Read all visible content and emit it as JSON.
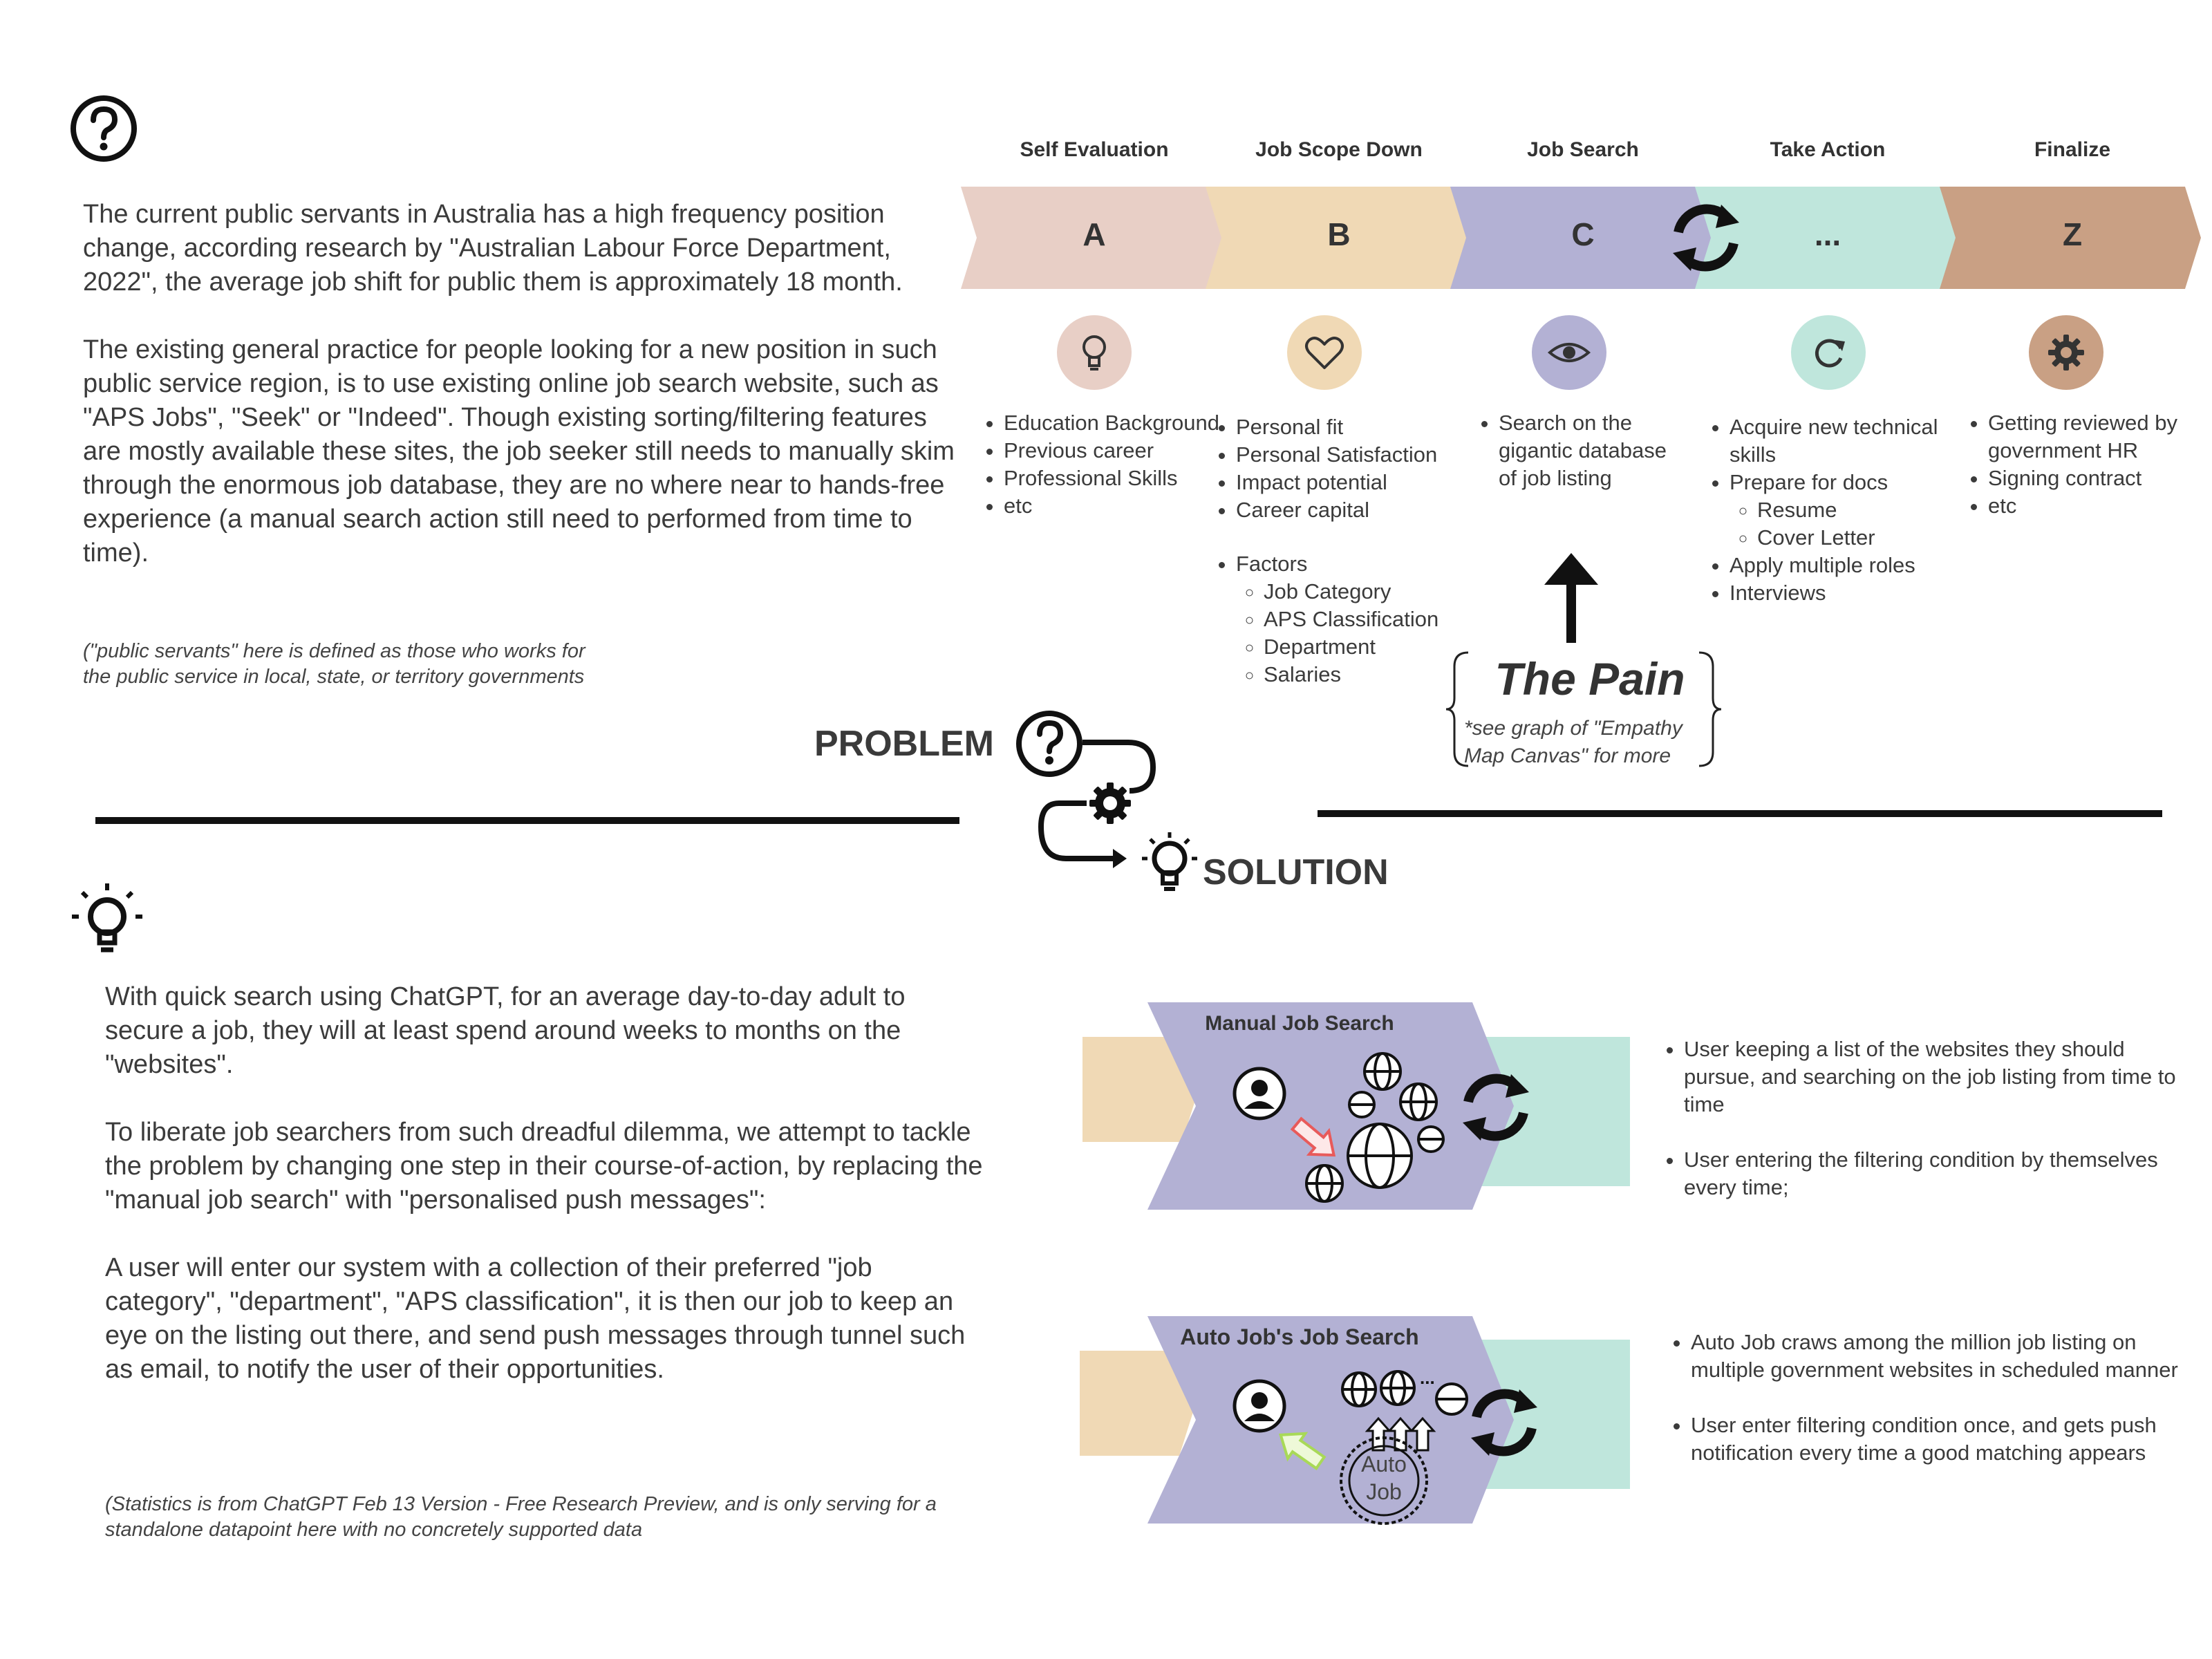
{
  "problem": {
    "paragraph_1": " The current public servants in Australia has a high frequency position change, according research by \"Australian Labour Force Department, 2022\", the average job shift for public them is approximately 18 month.",
    "paragraph_2": " The existing general practice for people looking for a new position in such public service region, is to use existing online job search website, such as \"APS Jobs\", \"Seek\" or \"Indeed\". Though existing sorting/filtering features are mostly available these sites,  the job seeker still needs to manually skim through the enormous job database, they are no where near to hands-free experience (a manual search action still need to performed from time to time).",
    "footnote": "(\"public servants\" here is defined as those who works for\nthe public service in local, state, or territory governments",
    "label": "PROBLEM"
  },
  "journey": {
    "stages": [
      {
        "title": "Self Evaluation",
        "letter": "A",
        "color": "#e8cfc6",
        "icon": "lightbulb-icon",
        "icon_bg": "#e8cfc6"
      },
      {
        "title": "Job Scope Down",
        "letter": "B",
        "color": "#f0d9b5",
        "icon": "heart-icon",
        "icon_bg": "#f0d9b5"
      },
      {
        "title": "Job Search",
        "letter": "C",
        "color": "#b3b1d4",
        "icon": "eye-icon",
        "icon_bg": "#b3b1d4"
      },
      {
        "title": "Take Action",
        "letter": "...",
        "color": "#bfe6dc",
        "icon": "refresh-icon",
        "icon_bg": "#bfe6dc"
      },
      {
        "title": "Finalize",
        "letter": "Z",
        "color": "#c9a084",
        "icon": "gear-icon",
        "icon_bg": "#c9a084"
      }
    ],
    "a_items": [
      "Education Background",
      "Previous career",
      "Professional Skills",
      "etc"
    ],
    "b_items": [
      "Personal fit",
      "Personal Satisfaction",
      "Impact potential",
      "Career capital"
    ],
    "b_factors_label": "Factors",
    "b_factors": [
      "Job Category",
      "APS Classification",
      "Department",
      "Salaries"
    ],
    "c_items": [
      "Search on the gigantic database of  job listing"
    ],
    "d_items": [
      "Acquire new technical skills",
      "Prepare for docs",
      "Apply multiple roles",
      "Interviews"
    ],
    "d_docs": [
      "Resume",
      "Cover Letter"
    ],
    "z_items": [
      "Getting reviewed by government HR",
      "Signing contract",
      "etc"
    ],
    "pain_title": "The Pain",
    "pain_note": "*see graph of \"Empathy\nMap Canvas\"  for more"
  },
  "solution": {
    "label": "SOLUTION",
    "paragraph_1": "With quick search using ChatGPT, for an average day-to-day adult to secure a job, they will at least spend around weeks to months on the \"websites\".",
    "paragraph_2": "To liberate job searchers from such dreadful dilemma, we attempt to tackle the problem by changing one step in their course-of-action, by replacing the \"manual job search\" with \"personalised push messages\":",
    "paragraph_3": "A user will enter our system with a collection of their preferred \"job category\", \"department\", \"APS classification\", it is then our job to keep an eye on the listing out there, and send push messages through tunnel such as email, to notify the user of their opportunities.",
    "footnote": "(Statistics is from ChatGPT Feb 13 Version - Free Research Preview, and is only serving for a\nstandalone datapoint here with no concretely supported data",
    "manual": {
      "title": "Manual Job Search",
      "points": [
        "User keeping a list of the websites they should pursue, and searching on the job listing from time to time",
        "User entering the filtering condition by themselves every time;"
      ]
    },
    "auto": {
      "title": "Auto Job's Job Search",
      "badge_line1": "Auto",
      "badge_line2": "Job",
      "points": [
        "Auto Job craws among the million job listing on multiple government websites in scheduled manner",
        "User enter filtering condition once, and gets push notification every time a good matching appears"
      ]
    }
  }
}
